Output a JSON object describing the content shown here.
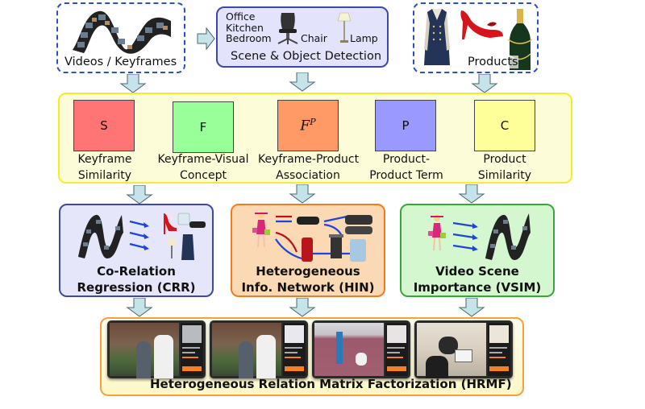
{
  "sources": {
    "videos": {
      "label": "Videos / Keyframes",
      "icon": "film-strip-icon"
    },
    "scene_detection": {
      "label": "Scene & Object Detection",
      "scenes": [
        "Office",
        "Kitchen",
        "Bedroom"
      ],
      "objects": [
        {
          "label": "Chair",
          "icon": "chair-icon"
        },
        {
          "label": "Lamp",
          "icon": "lamp-icon"
        }
      ]
    },
    "products": {
      "label": "Products",
      "items": [
        "coat-icon",
        "high-heel-shoe-icon",
        "champagne-bottle-icon"
      ]
    }
  },
  "matrices": [
    {
      "symbol": "S",
      "label_line1": "Keyframe",
      "label_line2": "Similarity",
      "color": "#ff7575"
    },
    {
      "symbol": "F",
      "label_line1": "Keyframe-Visual",
      "label_line2": "Concept",
      "color": "#99ff99"
    },
    {
      "symbol": "F",
      "superscript": "P",
      "label_line1": "Keyframe-Product",
      "label_line2": "Association",
      "color": "#ff9966"
    },
    {
      "symbol": "P",
      "label_line1": "Product-",
      "label_line2": "Product Term",
      "color": "#9999ff"
    },
    {
      "symbol": "C",
      "label_line1": "Product",
      "label_line2": "Similarity",
      "color": "#ffff99"
    }
  ],
  "methods": [
    {
      "title_line1": "Co-Relation",
      "title_line2": "Regression (CRR)",
      "bg": "#e6e6fb",
      "border": "#3d4aa0"
    },
    {
      "title_line1": "Heterogeneous",
      "title_line2": "Info. Network (HIN)",
      "bg": "#fcd9b5",
      "border": "#f07c1e"
    },
    {
      "title_line1": "Video Scene",
      "title_line2": "Importance (VSIM)",
      "bg": "#d4f7cf",
      "border": "#3aa63a"
    }
  ],
  "result": {
    "title": "Heterogeneous Relation Matrix Factorization (HRMF)",
    "thumbnails": [
      "drama-scene-1",
      "drama-scene-2",
      "running-track-scene",
      "office-meeting-scene"
    ]
  },
  "colors": {
    "arrow_fill": "#c5e4ea",
    "arrow_stroke": "#4a6470",
    "dashed_border": "#2a4fc9",
    "blue_arrow": "#1f45d6",
    "red_arrow": "#b3151b"
  }
}
